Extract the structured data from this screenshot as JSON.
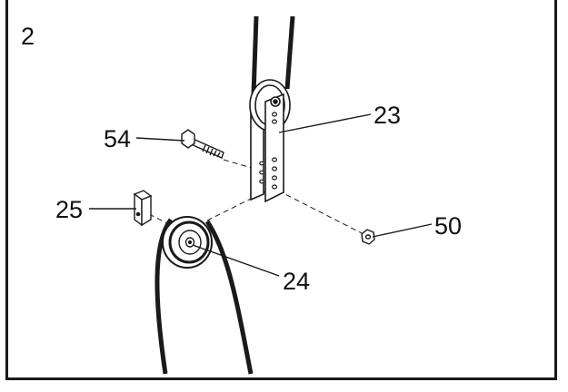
{
  "step": {
    "number": "2"
  },
  "callouts": {
    "part_23": "23",
    "part_54": "54",
    "part_25": "25",
    "part_50": "50",
    "part_24": "24"
  },
  "colors": {
    "line": "#1a1a1a",
    "background": "#ffffff"
  }
}
